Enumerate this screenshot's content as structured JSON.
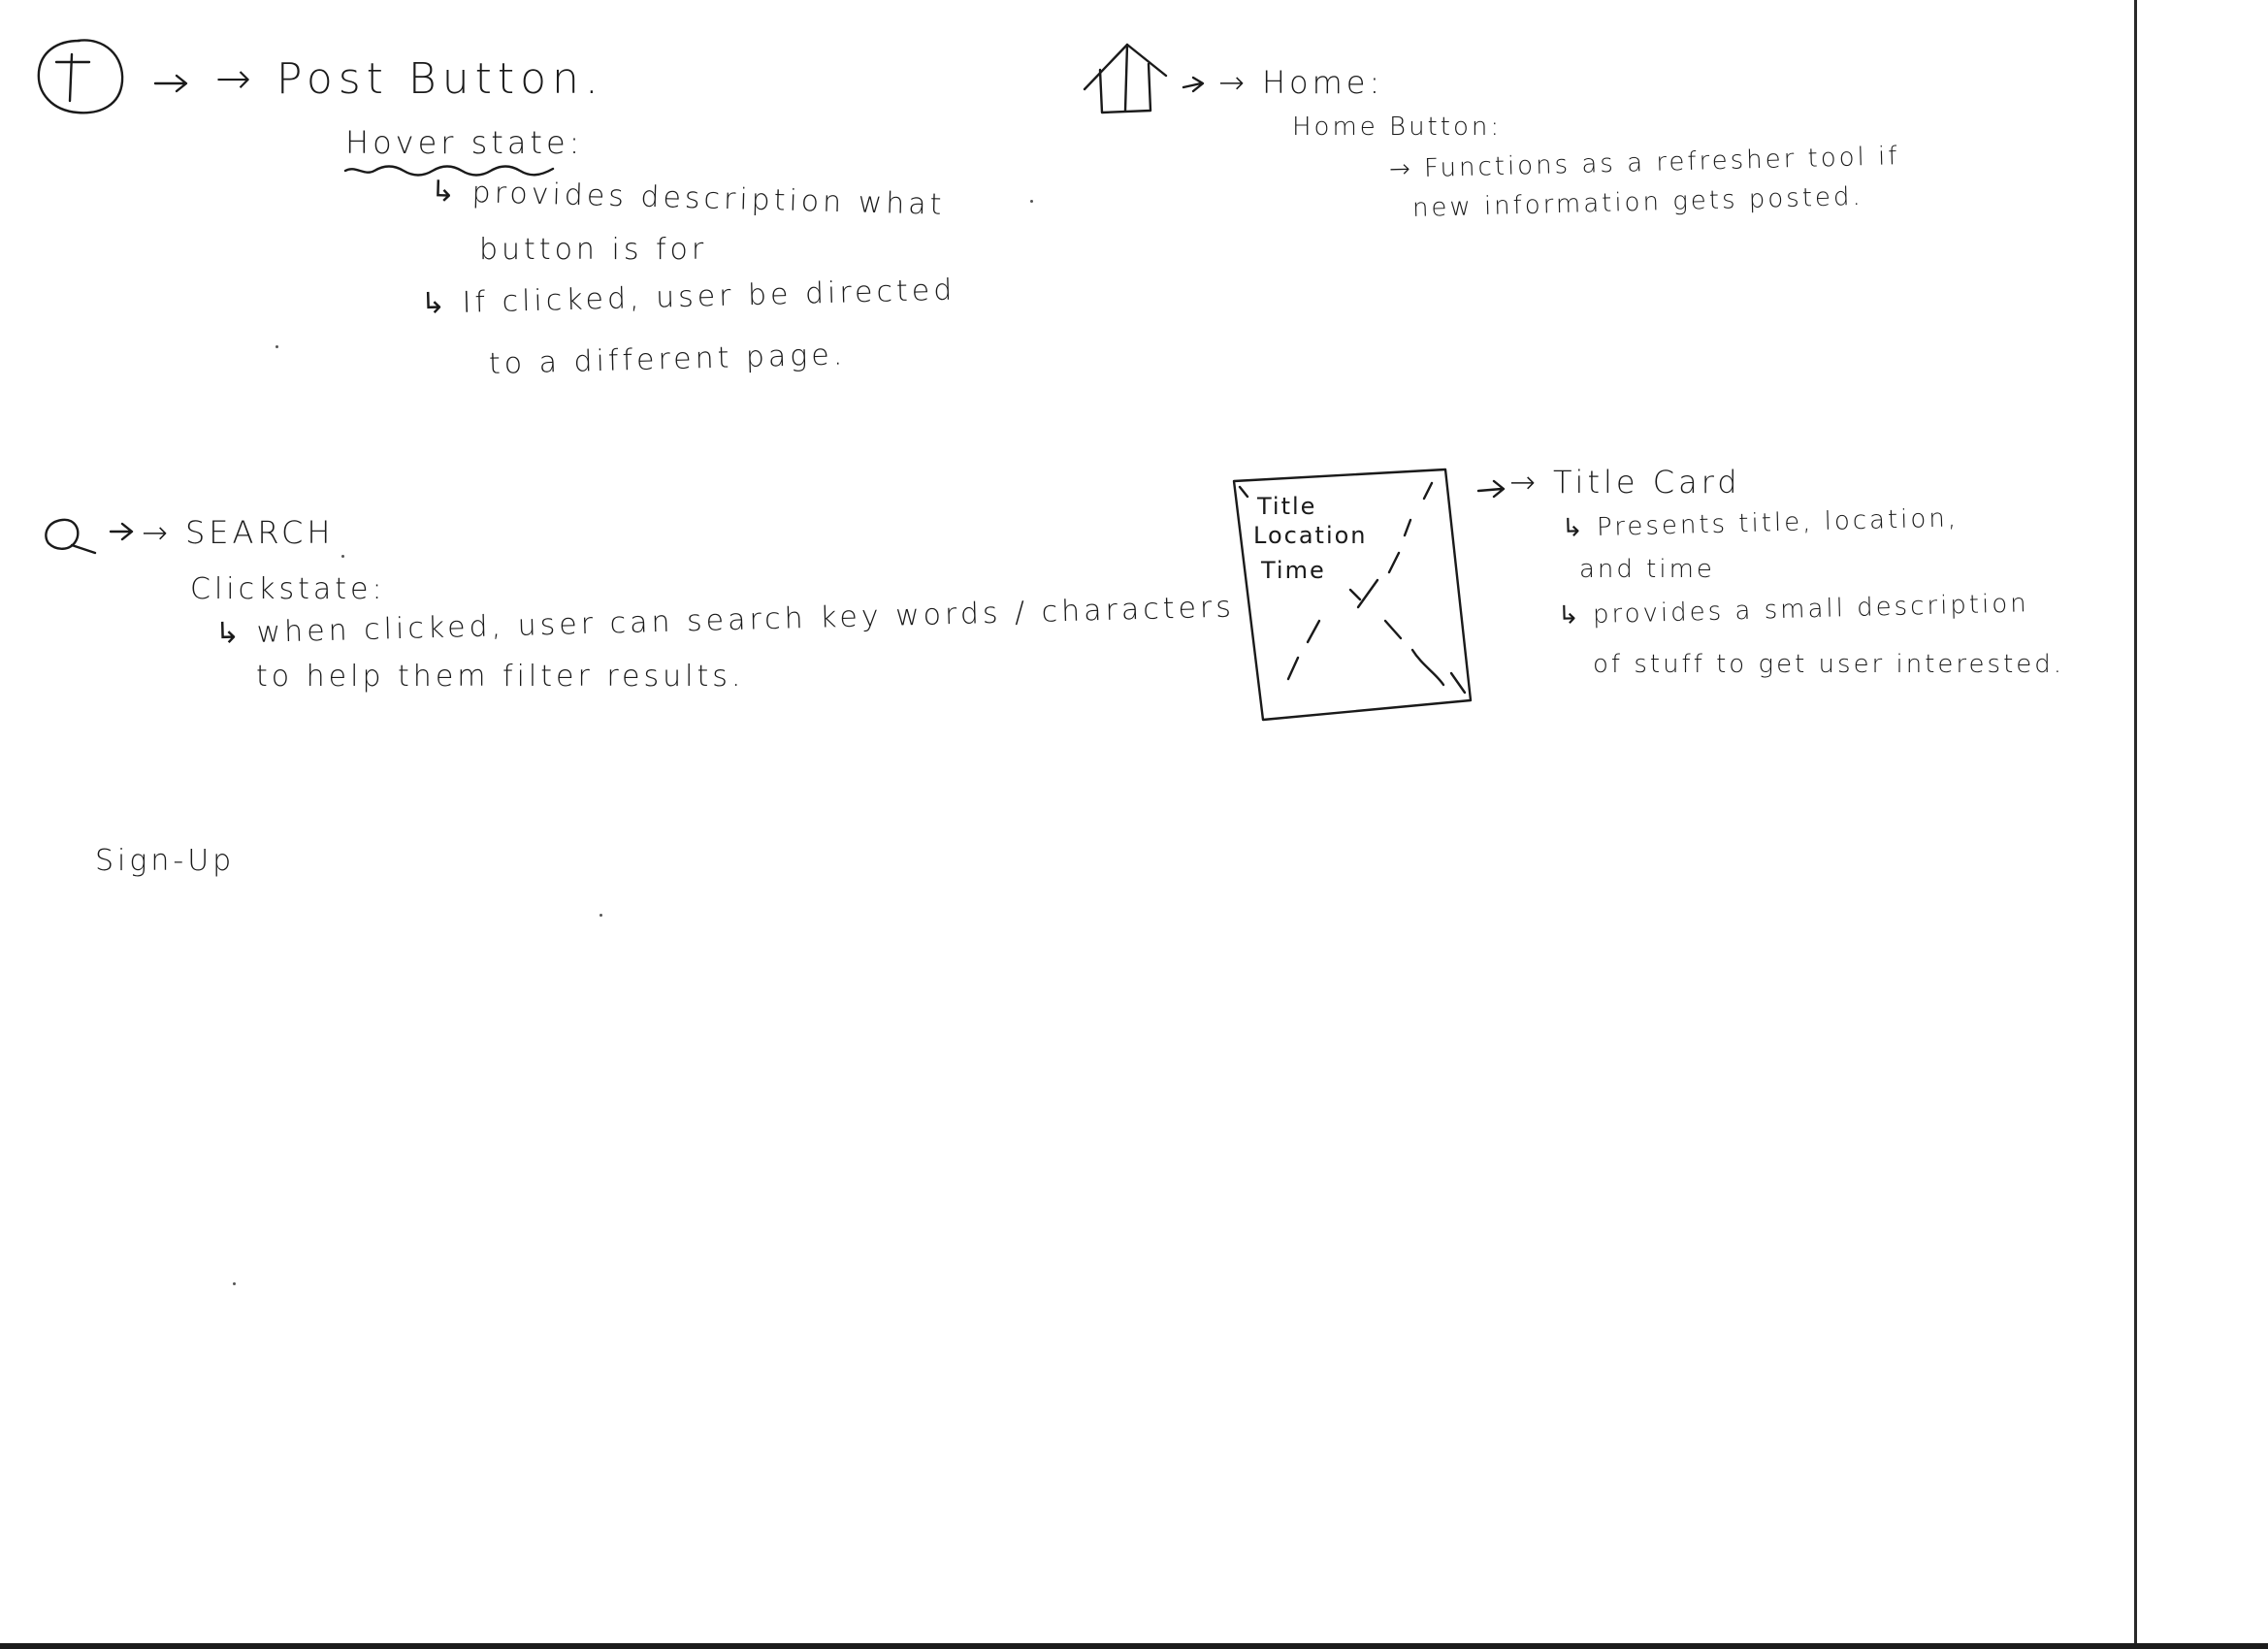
{
  "post": {
    "icon": "plus-circle-icon",
    "title": "→ Post Button.",
    "hover_label": "Hover state:",
    "hover_line1a": "↳ provides description what",
    "hover_line1b": "button is for",
    "hover_line2a": "↳ If clicked, user be directed",
    "hover_line2b": "to a different page."
  },
  "home": {
    "icon": "house-icon",
    "title": "→ Home:",
    "label": "Home Button:",
    "line1": "→ Functions as a refresher tool if",
    "line2": "new information gets posted."
  },
  "search": {
    "icon": "magnifier-icon",
    "title": "→ SEARCH",
    "click_label": "Clickstate:",
    "line1": "↳ when clicked, user can search key words / characters",
    "line2": "to help them filter results."
  },
  "title_card": {
    "title": "→ Title Card",
    "card_title": "Title",
    "card_location": "Location",
    "card_time": "Time",
    "line1a": "↳ Presents title, location,",
    "line1b": "and time",
    "line2a": "↳ provides a small description",
    "line2b": "of stuff to get user interested."
  },
  "signup": {
    "label": "Sign-Up"
  },
  "colors": {
    "ink": "#1a1a1a",
    "paper": "#ffffff",
    "scan_edge": "#1c1c1c"
  }
}
